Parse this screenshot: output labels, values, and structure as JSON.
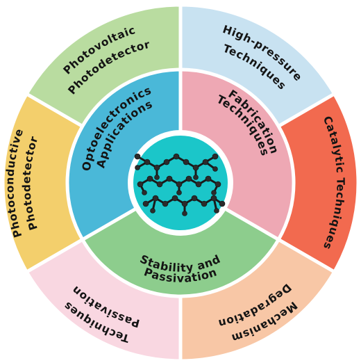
{
  "outer_ring": [
    {
      "id": "high-pressure",
      "lines": [
        "High-pressure",
        "Techniques"
      ],
      "color": "#c8e2f1"
    },
    {
      "id": "catalytic",
      "lines": [
        "Catalytic Techniques"
      ],
      "color": "#f26a4f"
    },
    {
      "id": "degradation",
      "lines": [
        "Degradation",
        "Mechanism"
      ],
      "color": "#f8c7a6"
    },
    {
      "id": "passivation",
      "lines": [
        "Passivation",
        "Techniques"
      ],
      "color": "#f9d7e1"
    },
    {
      "id": "photoconductive",
      "lines": [
        "Photoconductive",
        "Photodetector"
      ],
      "color": "#f3cf6c"
    },
    {
      "id": "photovoltaic",
      "lines": [
        "Photovoltaic",
        "Photodetector"
      ],
      "color": "#b9dca0"
    }
  ],
  "inner_ring": [
    {
      "id": "fabrication",
      "lines": [
        "Fabrication",
        "Techniques"
      ],
      "color": "#eea8b4"
    },
    {
      "id": "stability",
      "lines": [
        "Stability and",
        "Passivation"
      ],
      "color": "#8dcd8d"
    },
    {
      "id": "optoelectronics",
      "lines": [
        "Optoelectronics",
        "Applications"
      ],
      "color": "#4ab8d8"
    }
  ],
  "center": {
    "color": "#1bc6c9",
    "icon": "layered-crystal-structure-icon"
  }
}
